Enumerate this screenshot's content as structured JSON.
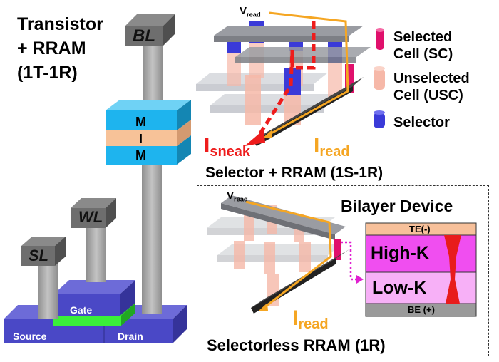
{
  "title_1t1r": [
    "Transistor",
    "+ RRAM",
    "(1T-1R)"
  ],
  "terminals": {
    "bl": "BL",
    "wl": "WL",
    "sl": "SL"
  },
  "stack_layers": [
    "M",
    "I",
    "M"
  ],
  "transistor": {
    "gate": "Gate",
    "source": "Source",
    "drain": "Drain"
  },
  "crossbar_1s1r": {
    "vread": "V",
    "vread_sub": "read",
    "isneak": "I",
    "isneak_sub": "sneak",
    "iread": "I",
    "iread_sub": "read",
    "caption": "Selector + RRAM (1S-1R)"
  },
  "legend": [
    {
      "line1": "Selected",
      "line2": "Cell (SC)",
      "color": "#e0106c"
    },
    {
      "line1": "Unselected",
      "line2": "Cell (USC)",
      "color": "#f6b8a8"
    },
    {
      "line1": "Selector",
      "line2": "",
      "color": "#3a3ad8"
    }
  ],
  "selectorless": {
    "vread": "V",
    "vread_sub": "read",
    "iread": "I",
    "iread_sub": "read",
    "caption": "Selectorless RRAM (1R)",
    "bilayer_title": "Bilayer Device",
    "te": "TE(-)",
    "high_k": "High-K",
    "low_k": "Low-K",
    "be": "BE (+)"
  },
  "colors": {
    "mim_cyan": "#1eb4ee",
    "insulator": "#f7c298",
    "pillar_gray": "#a7a7a7",
    "pad_dark": "#8c8c8c",
    "substrate_blue": "#4a48c6",
    "gate_green": "#3af03a",
    "high_k": "#f04ef0",
    "low_k": "#f7b0f7",
    "te_color": "#f7c09a",
    "be_color": "#9a9a9a",
    "sneak_red": "#ee1c1c",
    "read_yellow": "#f5a623"
  }
}
